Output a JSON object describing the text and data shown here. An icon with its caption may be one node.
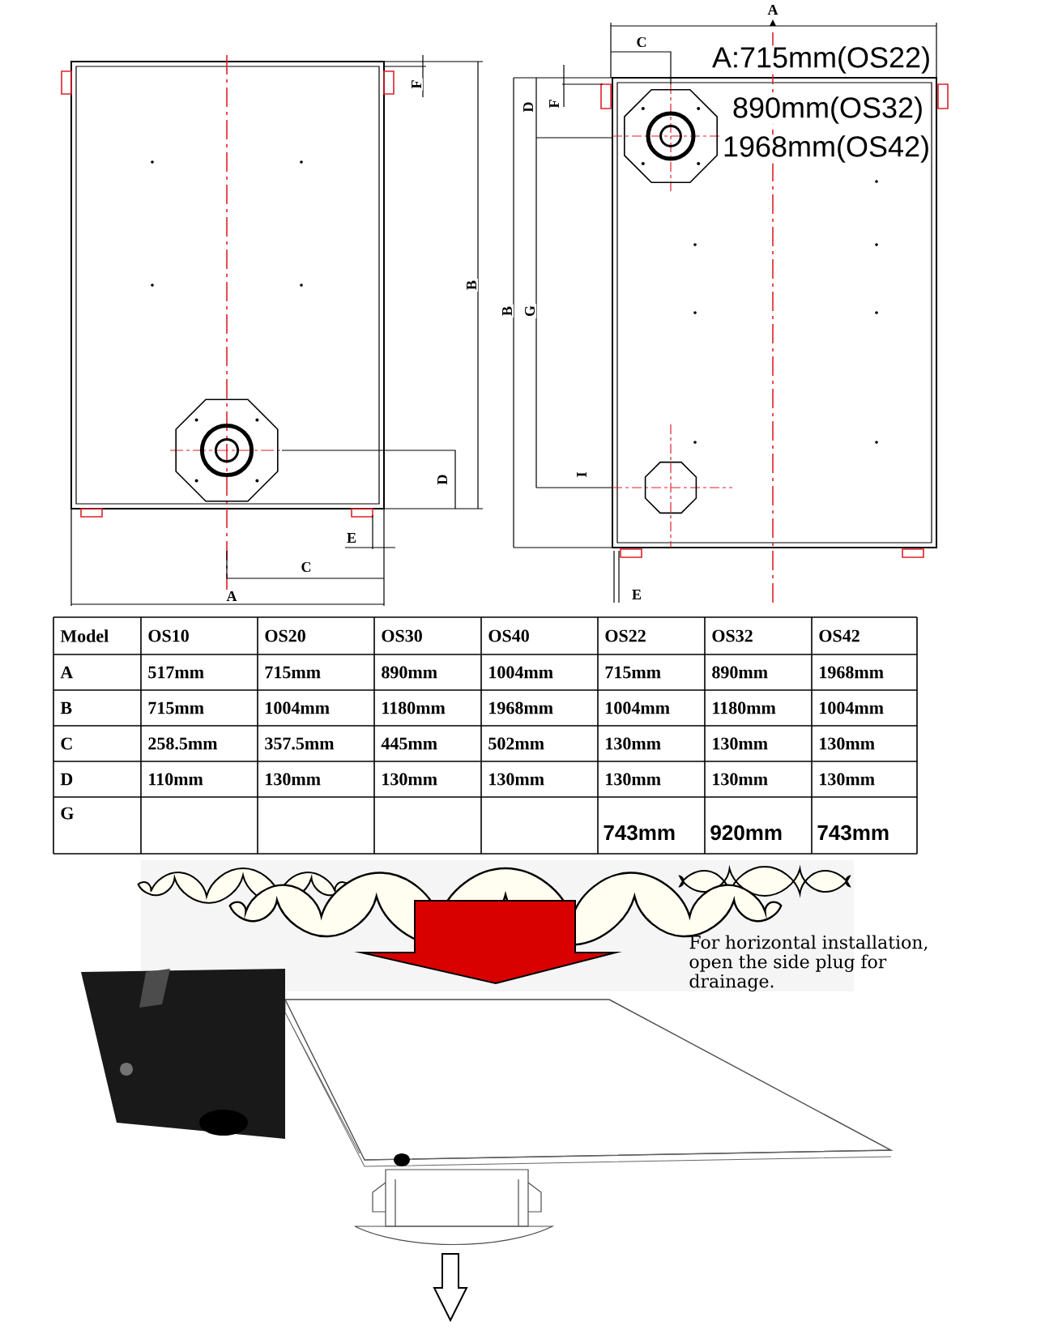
{
  "diagram": {
    "labels": [
      "F",
      "B",
      "D",
      "E",
      "C",
      "A",
      "A",
      "C",
      "A:715mm(OS22)",
      "D",
      "F",
      "890mm(OS32)",
      "1968mm(OS42)",
      "B",
      "G",
      "I",
      "E",
      "Model",
      "OS10",
      "OS20",
      "OS30",
      "OS40",
      "OS22",
      "OS32",
      "OS42",
      "A",
      "517mm",
      "715mm",
      "890mm",
      "1004mm",
      "715mm",
      "890mm",
      "1968mm",
      "B",
      "715mm",
      "1004mm",
      "1180mm",
      "1968mm",
      "1004mm",
      "1180mm",
      "1004mm",
      "C",
      "258.5mm",
      "357.5mm",
      "445mm",
      "502mm",
      "130mm",
      "130mm",
      "130mm",
      "D",
      "110mm",
      "130mm",
      "130mm",
      "130mm",
      "130mm",
      "130mm",
      "130mm",
      "G",
      "743mm",
      "920mm",
      "743mm",
      "For horizontal installation, open the side plug for drainage."
    ]
  }
}
